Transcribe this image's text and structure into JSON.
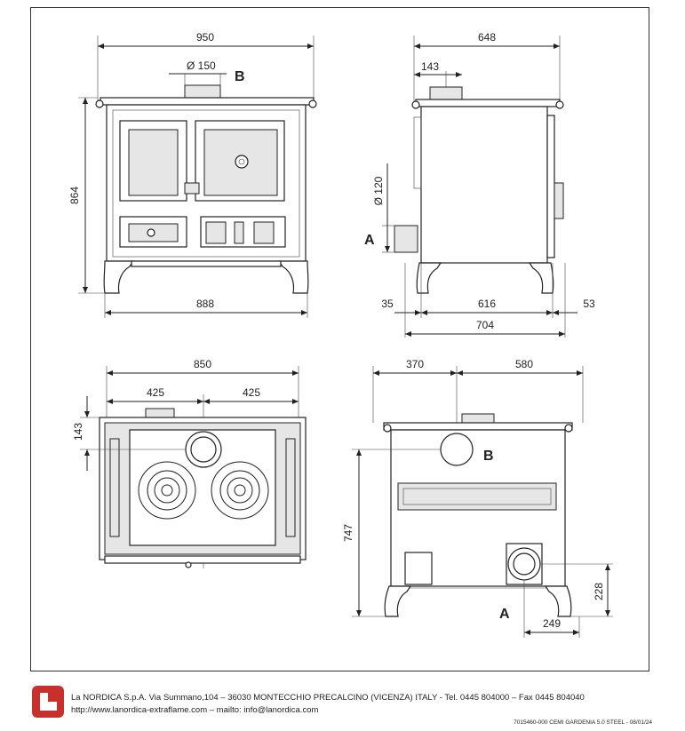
{
  "front_view": {
    "width": "950",
    "flue_diameter": "Ø  150",
    "flue_label": "B",
    "height": "864",
    "base_width": "888"
  },
  "side_view": {
    "depth": "648",
    "flue_offset": "143",
    "rear_flue_diameter": "Ø  120",
    "rear_flue_label": "A",
    "left_offset": "35",
    "body_depth": "616",
    "right_offset": "53",
    "total_depth": "704"
  },
  "top_view": {
    "width": "850",
    "half_left": "425",
    "half_right": "425",
    "flue_offset": "143"
  },
  "rear_view": {
    "left_offset": "370",
    "right_offset": "580",
    "flue_label_b": "B",
    "flue_height": "747",
    "flue_label_a": "A",
    "outlet_height": "228",
    "outlet_offset": "249"
  },
  "footer": {
    "company": "La NORDICA S.p.A. Via Summano,104 – 36030 MONTECCHIO PRECALCINO (VICENZA) ITALY - Tel. 0445 804000 – Fax 0445 804040",
    "web": "http://www.lanordica-extraflame.com – mailto: info@lanordica.com",
    "doc_code": "7015460-000 CEMI GARDENIA 5.0 STEEL - 08/01/24",
    "brand_color": "#c8312b"
  }
}
